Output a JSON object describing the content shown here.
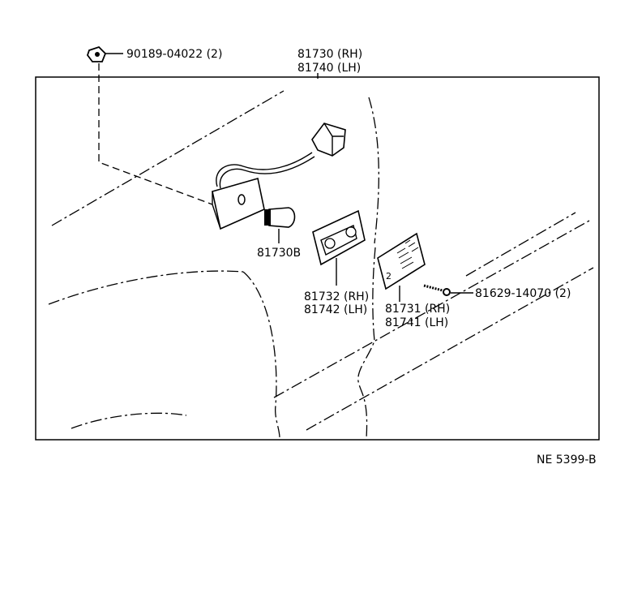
{
  "labels": {
    "clip_part": "90189-04022 (2)",
    "lamp_rh": "81730 (RH)",
    "lamp_lh": "81740 (LH)",
    "bulb": "81730B",
    "gasket_rh": "81732 (RH)",
    "gasket_lh": "81742 (LH)",
    "lens_rh": "81731 (RH)",
    "lens_lh": "81741 (LH)",
    "screw_part": "81629-14070 (2)",
    "drawing_id": "NE 5399-B"
  },
  "icons": {
    "clip": "clip-nut-icon",
    "socket": "socket-connector-icon",
    "bulb": "bulb-icon",
    "gasket": "gasket-icon",
    "lens": "lens-icon",
    "screw": "screw-icon"
  }
}
